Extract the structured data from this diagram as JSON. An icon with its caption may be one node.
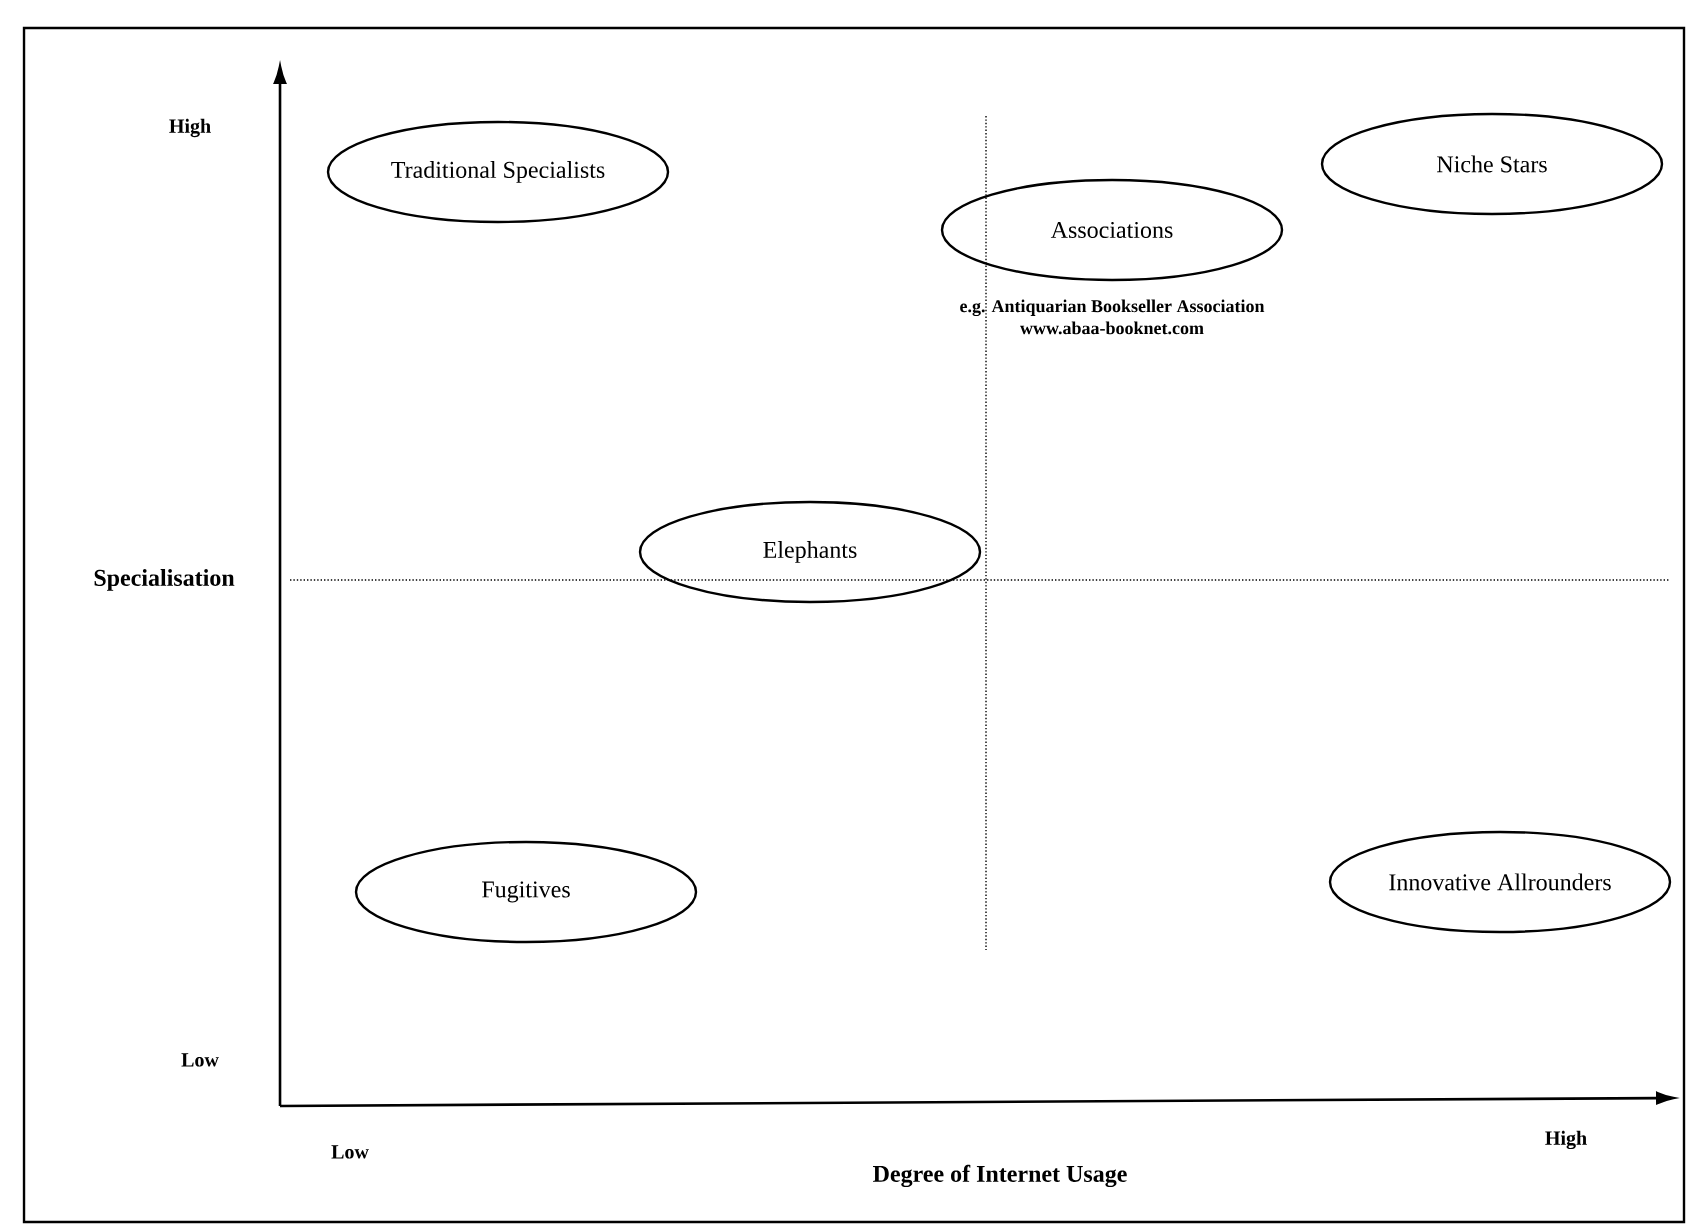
{
  "diagram": {
    "nodes": [
      {
        "text": [
          "Traditional Specialists"
        ]
      },
      {
        "text": [
          "Associations"
        ],
        "beside": [
          "e.g. Antiquarian Bookseller Association",
          "www.abaa-booknet.com"
        ]
      },
      {
        "text": [
          "Niche Stars"
        ]
      },
      {
        "text": [
          "Elephants"
        ]
      },
      {
        "text": [
          "Fugitives"
        ]
      },
      {
        "text": [
          "Innovative Allrounders"
        ]
      }
    ],
    "labels": [
      "High",
      "Specialisation",
      "Low",
      "Low",
      "High",
      "Degree of Internet Usage"
    ]
  }
}
